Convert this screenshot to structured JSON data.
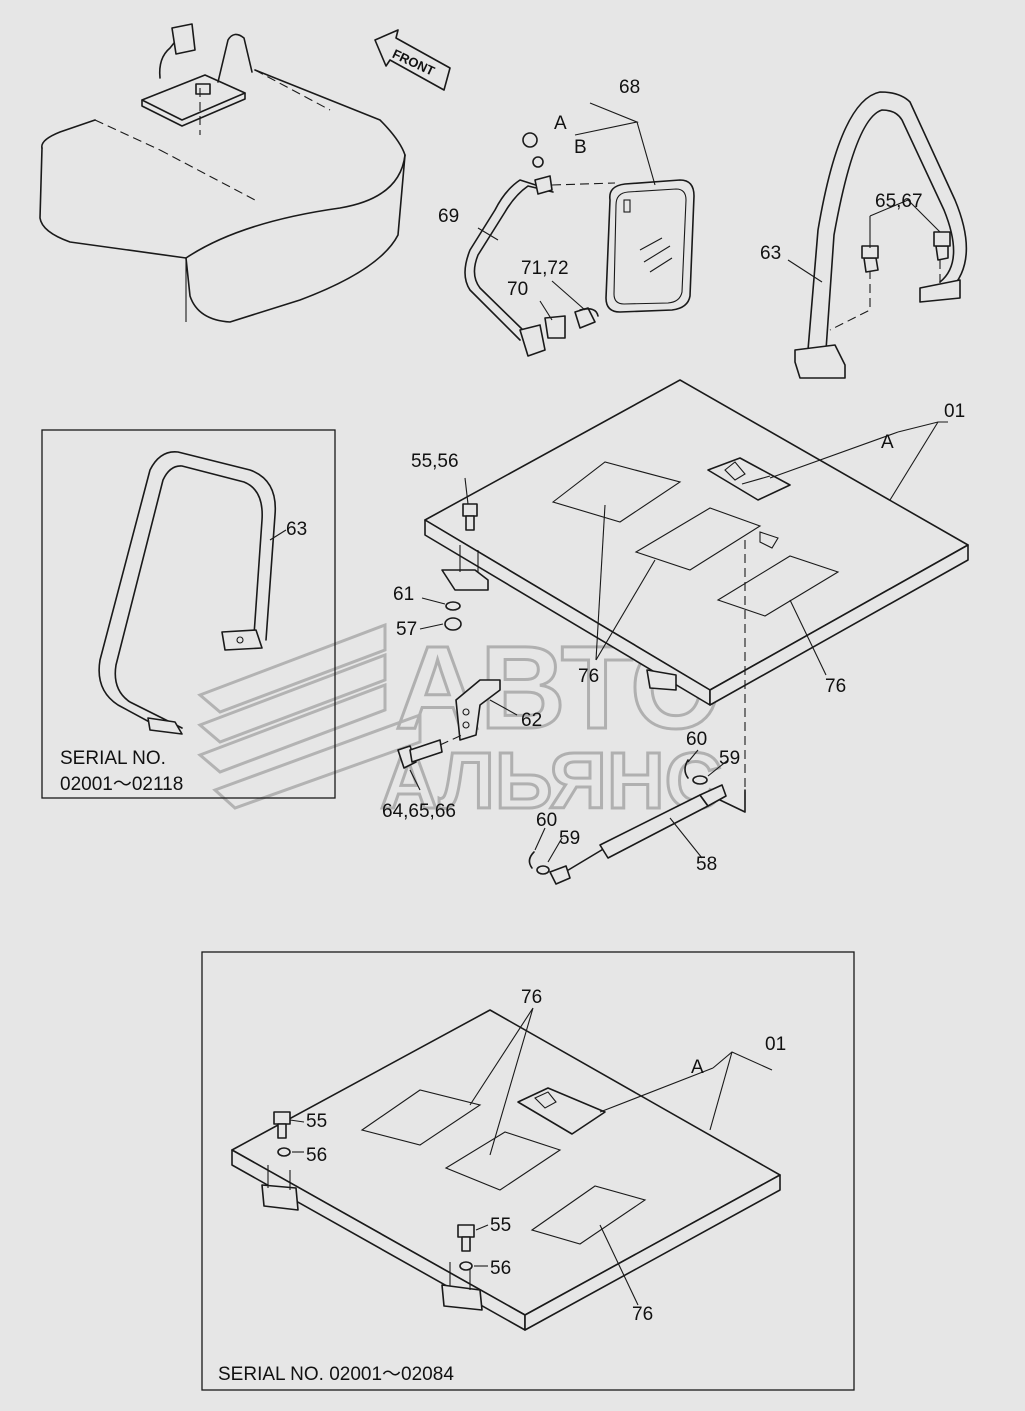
{
  "labels": {
    "front": "FRONT",
    "l68": "68",
    "lA1": "A",
    "lB": "B",
    "l69": "69",
    "l7172": "71,72",
    "l70": "70",
    "l6567": "65,67",
    "l63a": "63",
    "l01a": "01",
    "lA2": "A",
    "l5556": "55,56",
    "l61": "61",
    "l57": "57",
    "l62": "62",
    "l76a": "76",
    "l76b": "76",
    "l60a": "60",
    "l59a": "59",
    "l646566": "64,65,66",
    "l60b": "60",
    "l59b": "59",
    "l58": "58",
    "l63b": "63",
    "l76c": "76",
    "l01b": "01",
    "lA3": "A",
    "l55a": "55",
    "l56a": "56",
    "l55b": "55",
    "l56b": "56",
    "l76d": "76"
  },
  "inset_left": {
    "serial_label": "SERIAL  NO.",
    "serial_range": "02001～02118"
  },
  "inset_bottom": {
    "serial_text": "SERIAL  NO.  02001～02084"
  },
  "watermark": {
    "line1": "АВТО",
    "line2": "АЛЬЯНС"
  }
}
